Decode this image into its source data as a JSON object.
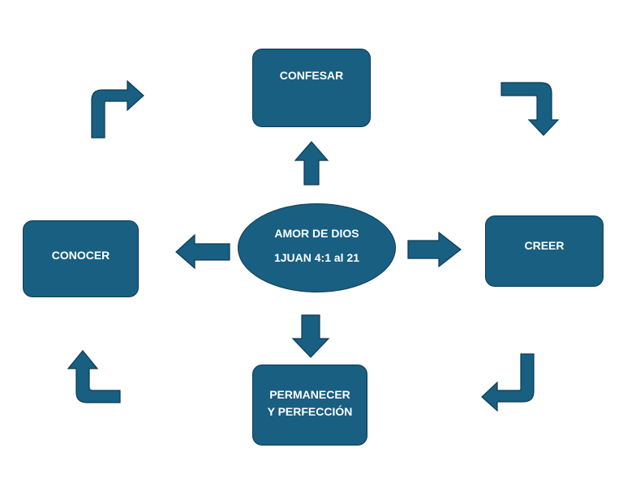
{
  "diagram": {
    "center": {
      "line1": "AMOR DE DIOS",
      "line2": "1JUAN 4:1 al 21"
    },
    "nodes": {
      "top": {
        "label": "CONFESAR"
      },
      "right": {
        "label": "CREER"
      },
      "bottom": {
        "line1": "PERMANECER",
        "line2": "Y PERFECCIÓN"
      },
      "left": {
        "label": "CONOCER"
      }
    },
    "colors": {
      "fill": "#185f82",
      "stroke": "#0d3a52",
      "text": "#ffffff"
    }
  }
}
